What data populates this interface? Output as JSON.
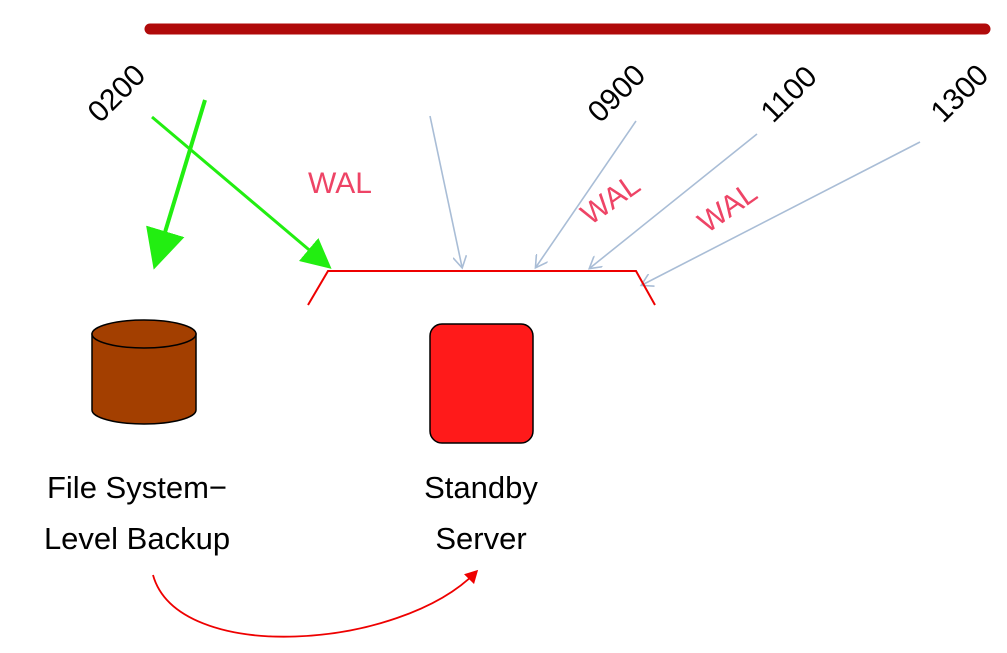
{
  "colors": {
    "timeline": "#b00a0a",
    "backup_arrow": "#22ee11",
    "wal_arrow": "#a9bdd6",
    "wal_text": "#ee4466",
    "tray": "#ee0000",
    "cylinder": "#a33f00",
    "standby_box": "#ff1a1a",
    "restore_arrow": "#ee0000"
  },
  "timeline": {
    "ticks": [
      "0200",
      "0900",
      "1100",
      "1300"
    ]
  },
  "wal_labels": [
    "WAL",
    "WAL",
    "WAL"
  ],
  "nodes": {
    "backup": {
      "icon": "database-cylinder-icon",
      "label_line1": "File System−",
      "label_line2": "Level Backup"
    },
    "standby": {
      "icon": "server-box-icon",
      "label_line1": "Standby",
      "label_line2": "Server"
    }
  }
}
